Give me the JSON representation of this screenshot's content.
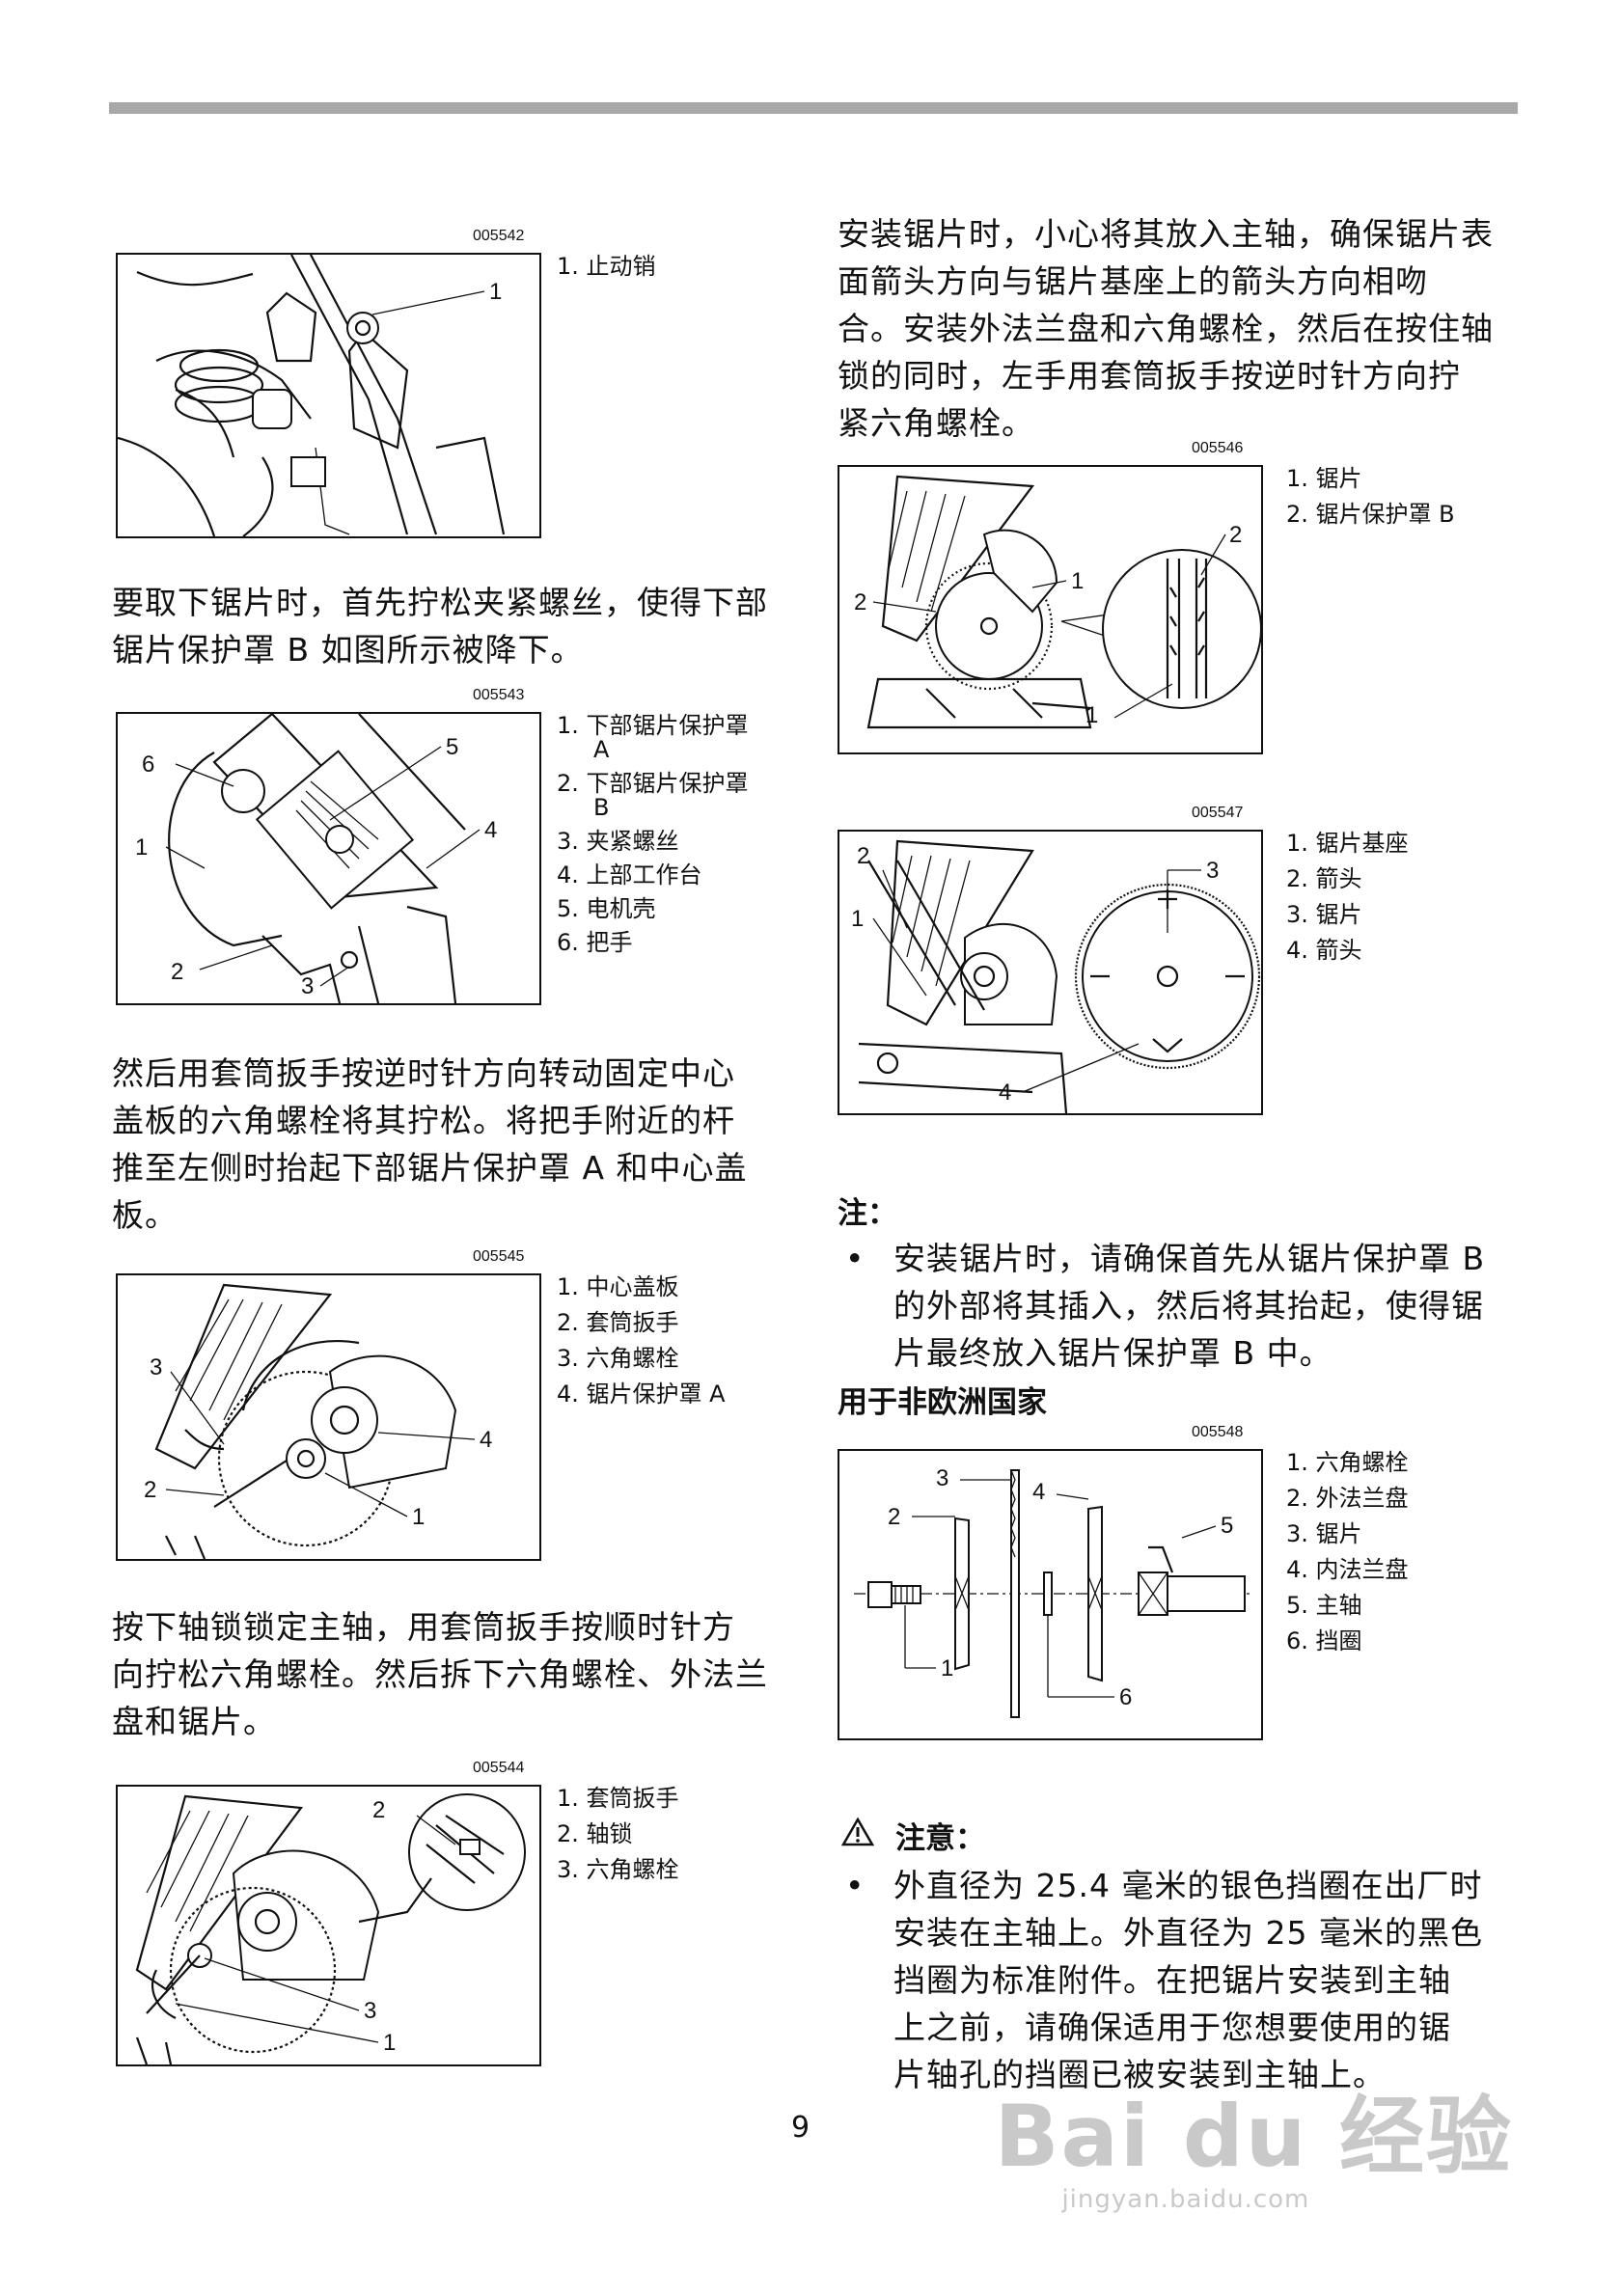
{
  "page_number": "9",
  "watermark": {
    "brand": "Bai du 经验",
    "url": "jingyan.baidu.com"
  },
  "left": {
    "fig1": {
      "code": "005542",
      "legend": [
        "1. 止动销"
      ]
    },
    "para1": [
      "要取下锯片时，首先拧松夹紧螺丝，使得下部",
      "锯片保护罩 B 如图所示被降下。"
    ],
    "fig2": {
      "code": "005543",
      "legend": [
        "1. 下部锯片保护罩",
        "A",
        "2. 下部锯片保护罩",
        "B",
        "3. 夹紧螺丝",
        "4. 上部工作台",
        "5. 电机壳",
        "6. 把手"
      ]
    },
    "para2": [
      "然后用套筒扳手按逆时针方向转动固定中心",
      "盖板的六角螺栓将其拧松。将把手附近的杆",
      "推至左侧时抬起下部锯片保护罩 A 和中心盖",
      "板。"
    ],
    "fig3": {
      "code": "005545",
      "legend": [
        "1. 中心盖板",
        "2. 套筒扳手",
        "3. 六角螺栓",
        "4. 锯片保护罩 A"
      ]
    },
    "para3": [
      "按下轴锁锁定主轴，用套筒扳手按顺时针方",
      "向拧松六角螺栓。然后拆下六角螺栓、外法兰",
      "盘和锯片。"
    ],
    "fig4": {
      "code": "005544",
      "legend": [
        "1. 套筒扳手",
        "2. 轴锁",
        "3. 六角螺栓"
      ]
    }
  },
  "right": {
    "para1": [
      "安装锯片时，小心将其放入主轴，确保锯片表",
      "面箭头方向与锯片基座上的箭头方向相吻",
      "合。安装外法兰盘和六角螺栓，然后在按住轴",
      "锁的同时，左手用套筒扳手按逆时针方向拧",
      "紧六角螺栓。"
    ],
    "fig5": {
      "code": "005546",
      "legend": [
        "1. 锯片",
        "2. 锯片保护罩 B"
      ]
    },
    "fig6": {
      "code": "005547",
      "legend": [
        "1. 锯片基座",
        "2. 箭头",
        "3. 锯片",
        "4. 箭头"
      ]
    },
    "note_heading": "注：",
    "note_lines": [
      "安装锯片时，请确保首先从锯片保护罩 B",
      "的外部将其插入，然后将其抬起，使得锯",
      "片最终放入锯片保护罩 B 中。"
    ],
    "non_eu_heading": "用于非欧洲国家",
    "fig7": {
      "code": "005548",
      "legend": [
        "1. 六角螺栓",
        "2. 外法兰盘",
        "3. 锯片",
        "4. 内法兰盘",
        "5. 主轴",
        "6. 挡圈"
      ]
    },
    "caution_heading": "注意：",
    "caution_lines": [
      "外直径为 25.4 毫米的银色挡圈在出厂时",
      "安装在主轴上。外直径为 25 毫米的黑色",
      "挡圈为标准附件。在把锯片安装到主轴",
      "上之前，请确保适用于您想要使用的锯",
      "片轴孔的挡圈已被安装到主轴上。"
    ]
  },
  "callouts": {
    "one": "1",
    "two": "2",
    "three": "3",
    "four": "4",
    "five": "5",
    "six": "6"
  },
  "bullet_char": "•",
  "caution_icon": "warning-triangle-icon"
}
